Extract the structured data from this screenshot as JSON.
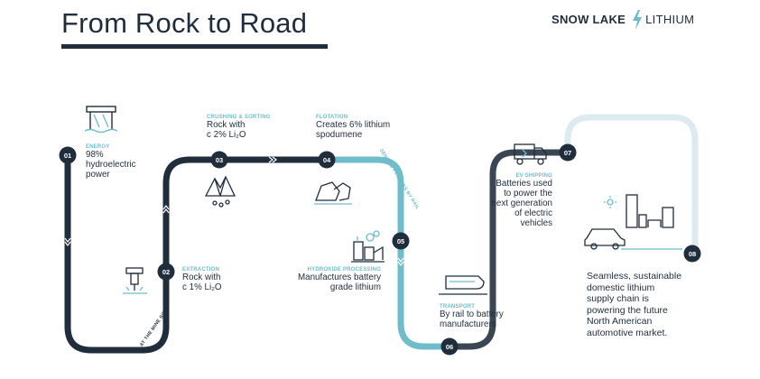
{
  "header": {
    "title": "From Rock to Road",
    "brand_bold": "SNOW LAKE",
    "brand_light": "LITHIUM"
  },
  "colors": {
    "navy": "#1f2d3d",
    "teal": "#6fbccb",
    "pale": "#dcebf0"
  },
  "route_labels": {
    "mine_site": "AT THE MINE SITE",
    "sent": "SENT TO PROCESS BY RAIL"
  },
  "steps": [
    {
      "number": "01",
      "category": "ENERGY",
      "text": "98% hydroelectric power",
      "lines": [
        "98%",
        "hydroelectric",
        "power"
      ],
      "icon": "hydro-dam-icon"
    },
    {
      "number": "02",
      "category": "EXTRACTION",
      "text": "Rock with c 1% Li2O",
      "lines": [
        "Rock with",
        "c 1% Li₂O"
      ],
      "icon": "jackhammer-icon"
    },
    {
      "number": "03",
      "category": "CRUSHING & SORTING",
      "text": "Rock with c 2% Li2O",
      "lines": [
        "Rock with",
        "c 2% Li₂O"
      ],
      "icon": "rock-crusher-icon"
    },
    {
      "number": "04",
      "category": "FLOTATION",
      "text": "Creates 6% lithium spodumene",
      "lines": [
        "Creates 6% lithium",
        "spodumene"
      ],
      "icon": "rocks-icon"
    },
    {
      "number": "05",
      "category": "HYDROXIDE PROCESSING",
      "text": "Manufactures battery grade lithium",
      "lines": [
        "Manufactures battery",
        "grade lithium"
      ],
      "icon": "processing-plant-icon"
    },
    {
      "number": "06",
      "category": "TRANSPORT",
      "text": "By rail to battery manufacturers",
      "lines": [
        "By rail to battery",
        "manufacturers"
      ],
      "icon": "train-icon"
    },
    {
      "number": "07",
      "category": "EV SHIPPING",
      "text": "Batteries used to power the next generation of electric vehicles",
      "lines": [
        "Batteries used",
        "to power the",
        "next generation",
        "of electric",
        "vehicles"
      ],
      "icon": "truck-icon"
    },
    {
      "number": "08",
      "category": "",
      "text": "Seamless, sustainable domestic lithium supply chain is powering the future North American automotive market.",
      "lines": [
        "Seamless, sustainable",
        "domestic lithium",
        "supply chain is",
        "powering the future",
        "North American",
        "automotive market."
      ],
      "icon": "city-car-icon"
    }
  ]
}
